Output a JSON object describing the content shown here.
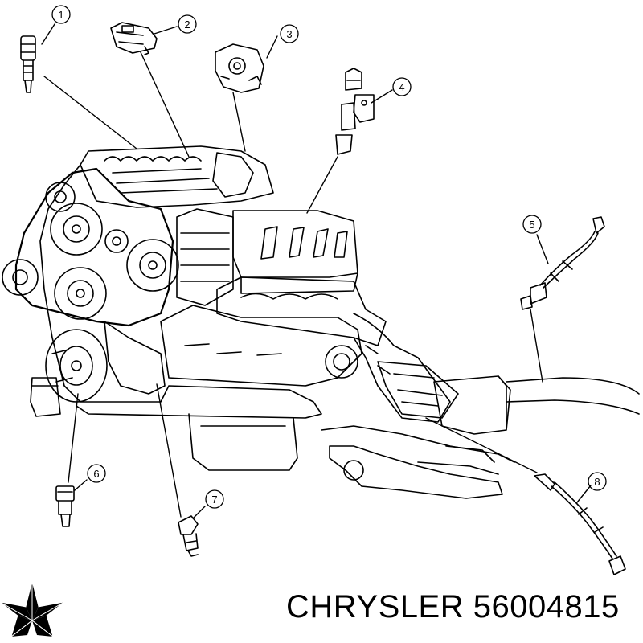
{
  "callouts": [
    "1",
    "2",
    "3",
    "4",
    "5",
    "6",
    "7",
    "8"
  ],
  "brand": {
    "name": "CHRYSLER",
    "part_number": "56004815",
    "logo_icon": "pentastar-logo-icon"
  },
  "colors": {
    "line": "#000000",
    "background": "#ffffff"
  }
}
